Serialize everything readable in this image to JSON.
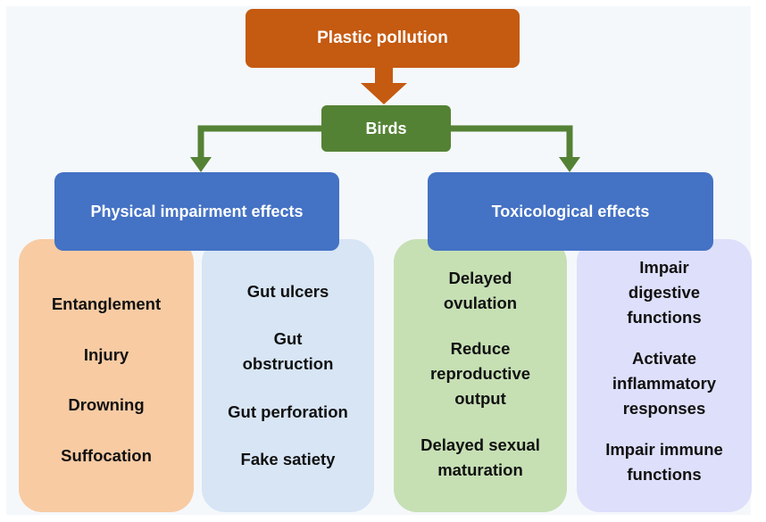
{
  "title": "Plastic pollution",
  "subject": "Birds",
  "categories": [
    {
      "label": "Physical impairment effects"
    },
    {
      "label": "Toxicological effects"
    }
  ],
  "panels": [
    {
      "items": [
        "Entanglement",
        "Injury",
        "Drowning",
        "Suffocation"
      ]
    },
    {
      "items": [
        "Gut ulcers",
        "Gut\nobstruction",
        "Gut perforation",
        "Fake satiety"
      ]
    },
    {
      "items": [
        "Delayed\novulation",
        "Reduce\nreproductive\noutput",
        "Delayed sexual\nmaturation"
      ]
    },
    {
      "items": [
        "Impair\ndigestive\nfunctions",
        "Activate\ninflammatory\nresponses",
        "Impair immune\nfunctions"
      ]
    }
  ],
  "colors": {
    "title_fill": "#c55a11",
    "arrow_orange": "#c55a11",
    "arrow_green": "#548235",
    "category_fill": "#4472c4",
    "panel_1": "#f8cba3",
    "panel_2": "#d7e5f5",
    "panel_3": "#c6e0b4",
    "panel_4": "#dedffa"
  }
}
